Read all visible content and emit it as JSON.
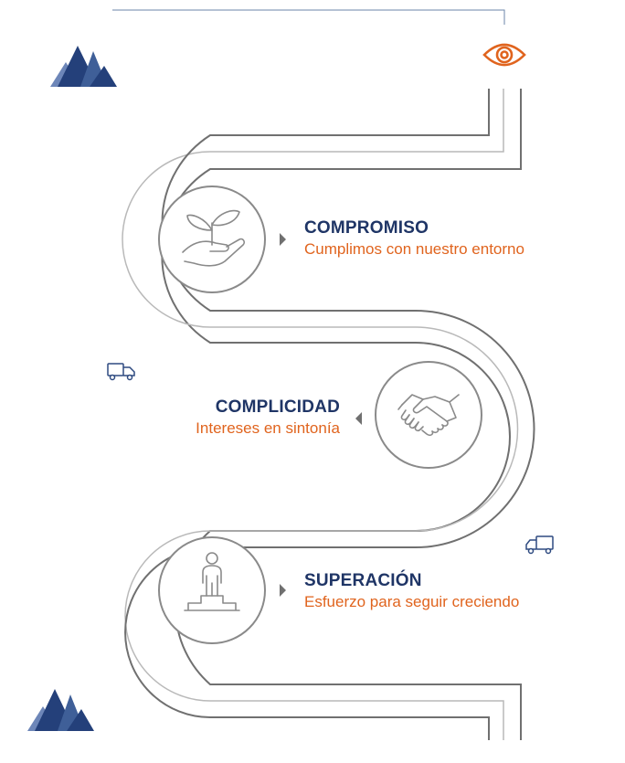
{
  "colors": {
    "navy": "#1f3566",
    "orange": "#e0641e",
    "road": "#707070",
    "road_light": "#b9b9b9",
    "circle": "#9a9a9a",
    "mountain_dark": "#24407a",
    "mountain_mid": "#3f5f98",
    "mountain_light": "#6d86b8",
    "truck": "#2e4a80",
    "top_line": "#6b86a8"
  },
  "icons": [
    "eye-icon",
    "plant-in-hand-icon",
    "handshake-icon",
    "person-on-podium-icon",
    "truck-icon",
    "mountains-icon"
  ],
  "values": [
    {
      "title": "COMPROMISO",
      "subtitle": "Cumplimos con nuestro entorno"
    },
    {
      "title": "COMPLICIDAD",
      "subtitle": "Intereses en sintonía"
    },
    {
      "title": "SUPERACIÓN",
      "subtitle": "Esfuerzo para seguir creciendo"
    }
  ]
}
